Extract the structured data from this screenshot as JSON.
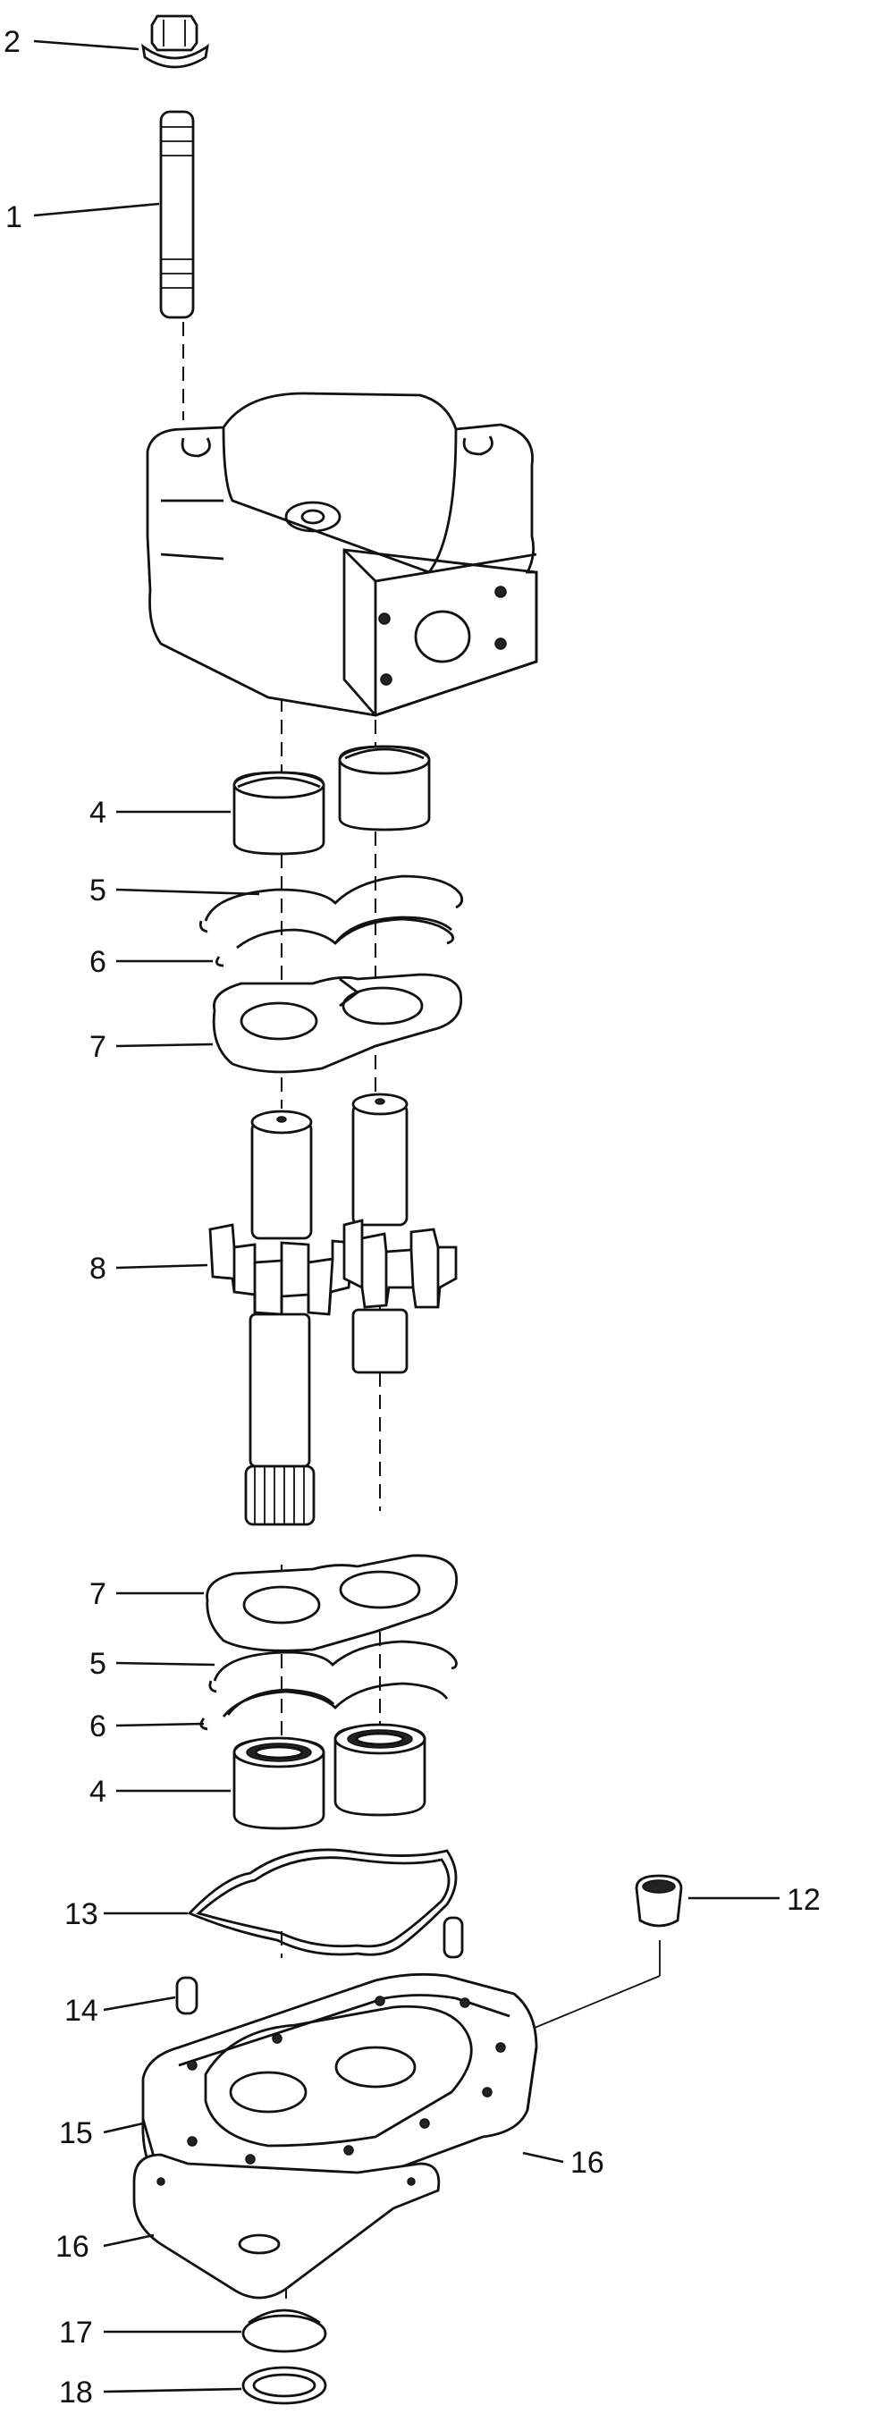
{
  "callouts": {
    "c1": "1",
    "c2": "2",
    "c4a": "4",
    "c4b": "4",
    "c5a": "5",
    "c5b": "5",
    "c6a": "6",
    "c6b": "6",
    "c7a": "7",
    "c7b": "7",
    "c8": "8",
    "c12": "12",
    "c13": "13",
    "c14": "14",
    "c15": "15",
    "c16a": "16",
    "c16b": "16",
    "c17": "17",
    "c18": "18"
  }
}
